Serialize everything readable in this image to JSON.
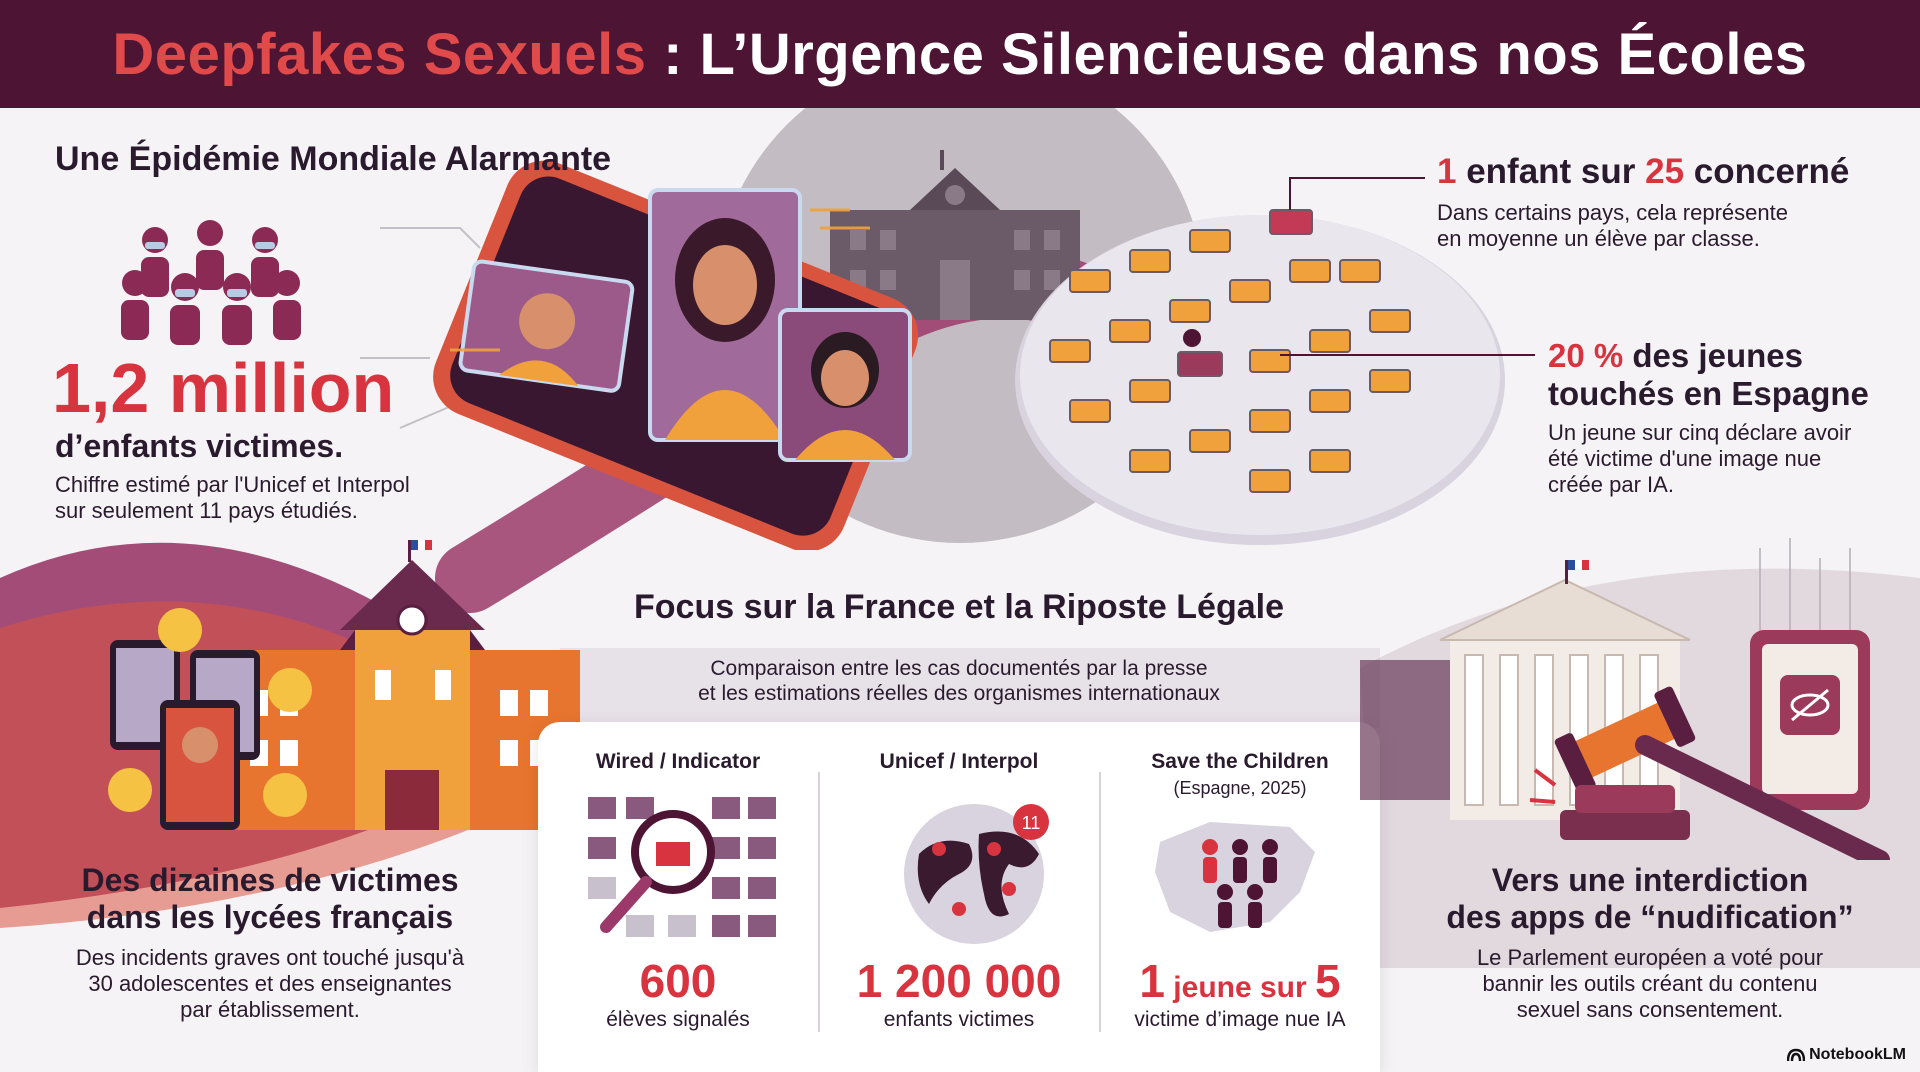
{
  "header": {
    "title_accent": "Deepfakes Sexuels",
    "title_rest": " : L’Urgence Silencieuse dans nos Écoles"
  },
  "global": {
    "heading": "Une Épidémie Mondiale Alarmante",
    "big_number": "1,2 million",
    "big_label": "d’enfants victimes.",
    "note_line1": "Chiffre estimé par l'Unicef et Interpol",
    "note_line2": "sur seulement 11 pays étudiés."
  },
  "stat_one": {
    "part1": "1",
    "part2": " enfant sur ",
    "part3": "25",
    "part4": " concerné",
    "desc_line1": "Dans certains pays, cela représente",
    "desc_line2": "en moyenne un élève par classe."
  },
  "stat_spain": {
    "part1": "20 %",
    "part2": " des jeunes",
    "line2": "touchés en Espagne",
    "desc_line1": "Un jeune sur cinq déclare avoir",
    "desc_line2": "été victime d'une image nue",
    "desc_line3": "créée par IA."
  },
  "france": {
    "heading": "Focus sur la France et la Riposte Légale",
    "compare_line1": "Comparaison entre les cas documentés par la presse",
    "compare_line2": "et les estimations réelles des organismes internationaux"
  },
  "lycees": {
    "heading_line1": "Des dizaines de victimes",
    "heading_line2": "dans les lycées français",
    "desc_line1": "Des incidents graves ont touché jusqu'à",
    "desc_line2": "30 adolescentes et des enseignantes",
    "desc_line3": "par établissement."
  },
  "ban": {
    "heading_line1": "Vers une interdiction",
    "heading_line2": "des apps de “nudification”",
    "desc_line1": "Le Parlement européen a voté pour",
    "desc_line2": "bannir les outils créant du contenu",
    "desc_line3": "sexuel sans consentement."
  },
  "comparison": [
    {
      "title": "Wired / Indicator",
      "sub": "",
      "value": "600",
      "caption": "élèves signalés"
    },
    {
      "title": "Unicef / Interpol",
      "sub": "",
      "value": "1 200 000",
      "caption": "enfants victimes",
      "badge": "11"
    },
    {
      "title": "Save the Children",
      "sub": "(Espagne, 2025)",
      "value_a": "1",
      "value_b": " jeune sur ",
      "value_c": "5",
      "caption": "victime d’image nue IA"
    }
  ],
  "brand": "NotebookLM",
  "colors": {
    "header": "#4e1433",
    "red": "#d8343f",
    "orange": "#f0a13c",
    "purple": "#7a2f5e"
  }
}
